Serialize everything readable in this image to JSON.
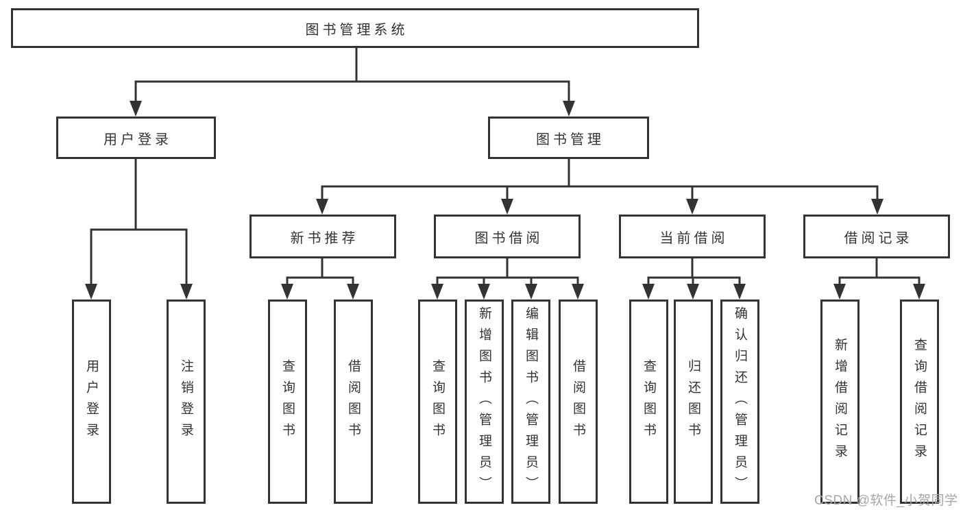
{
  "diagram_title": "图书管理系统",
  "tree": {
    "label": "图书管理系统",
    "children": [
      {
        "label": "用户登录",
        "children": [
          {
            "label": "用户登录"
          },
          {
            "label": "注销登录"
          }
        ]
      },
      {
        "label": "图书管理",
        "children": [
          {
            "label": "新书推荐",
            "children": [
              {
                "label": "查询图书"
              },
              {
                "label": "借阅图书"
              }
            ]
          },
          {
            "label": "图书借阅",
            "children": [
              {
                "label": "查询图书"
              },
              {
                "label": "新增图书（管理员）"
              },
              {
                "label": "编辑图书（管理员）"
              },
              {
                "label": "借阅图书"
              }
            ]
          },
          {
            "label": "当前借阅",
            "children": [
              {
                "label": "查询图书"
              },
              {
                "label": "归还图书"
              },
              {
                "label": "确认归还（管理员）"
              }
            ]
          },
          {
            "label": "借阅记录",
            "children": [
              {
                "label": "新增借阅记录"
              },
              {
                "label": "查询借阅记录"
              }
            ]
          }
        ]
      }
    ]
  },
  "watermark": "CSDN @软件_小贺同学",
  "colors": {
    "line": "#333333",
    "text": "#333333",
    "watermark": "#a6a6a6",
    "background": "#ffffff"
  }
}
